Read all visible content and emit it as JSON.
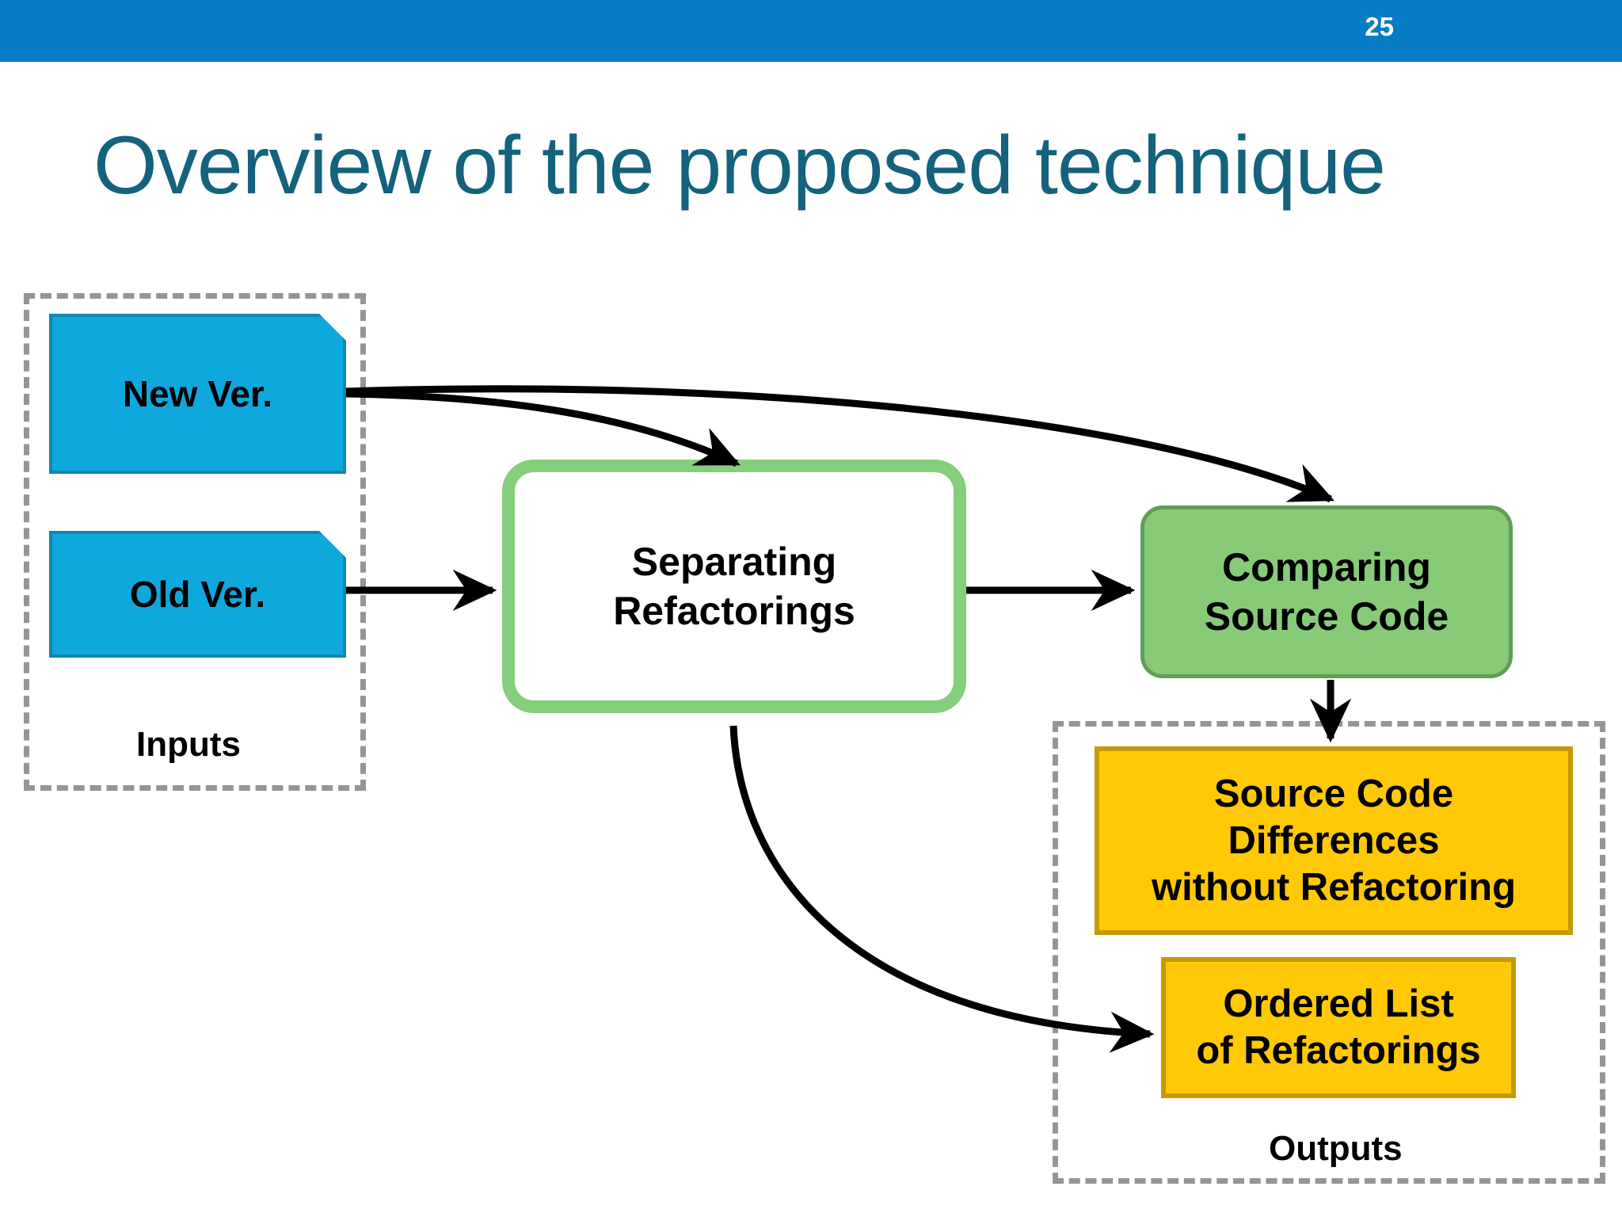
{
  "header": {
    "page_number": "25",
    "bar_color": "#067CC4"
  },
  "title": {
    "text": "Overview of the proposed technique",
    "color": "#14627D"
  },
  "diagram": {
    "type": "flow-diagram",
    "groups": [
      {
        "id": "inputs",
        "label": "Inputs",
        "border_style": "dashed",
        "border_color": "#939598"
      },
      {
        "id": "outputs",
        "label": "Outputs",
        "border_style": "dashed",
        "border_color": "#939598"
      }
    ],
    "inputs": [
      {
        "id": "new-ver",
        "label": "New Ver.",
        "shape": "document",
        "fill": "#0FA8DD"
      },
      {
        "id": "old-ver",
        "label": "Old Ver.",
        "shape": "document",
        "fill": "#0FA8DD"
      }
    ],
    "processes": [
      {
        "id": "separating",
        "line1": "Separating",
        "line2": "Refactorings",
        "shape": "rounded-rect",
        "fill": "#FFFFFF",
        "border": "#85CE7B"
      },
      {
        "id": "comparing",
        "line1": "Comparing",
        "line2": "Source Code",
        "shape": "rounded-rect",
        "fill": "#87CB78",
        "border": "#5E9E55"
      }
    ],
    "outputs": [
      {
        "id": "differences",
        "line1": "Source Code",
        "line2": "Differences",
        "line3": "without Refactoring",
        "shape": "rect",
        "fill": "#FFC907",
        "border": "#C59A06"
      },
      {
        "id": "ordered-list",
        "line1": "Ordered List",
        "line2": "of Refactorings",
        "shape": "rect",
        "fill": "#FFC907",
        "border": "#C59A06"
      }
    ],
    "connections": [
      {
        "from": "new-ver",
        "to": "separating",
        "style": "curved-arrow"
      },
      {
        "from": "new-ver",
        "to": "comparing",
        "style": "curved-arrow"
      },
      {
        "from": "old-ver",
        "to": "separating",
        "style": "straight-arrow"
      },
      {
        "from": "separating",
        "to": "comparing",
        "style": "straight-arrow"
      },
      {
        "from": "separating",
        "to": "ordered-list",
        "style": "curved-arrow"
      },
      {
        "from": "comparing",
        "to": "differences",
        "style": "straight-arrow"
      }
    ],
    "arrow_color": "#000000"
  }
}
